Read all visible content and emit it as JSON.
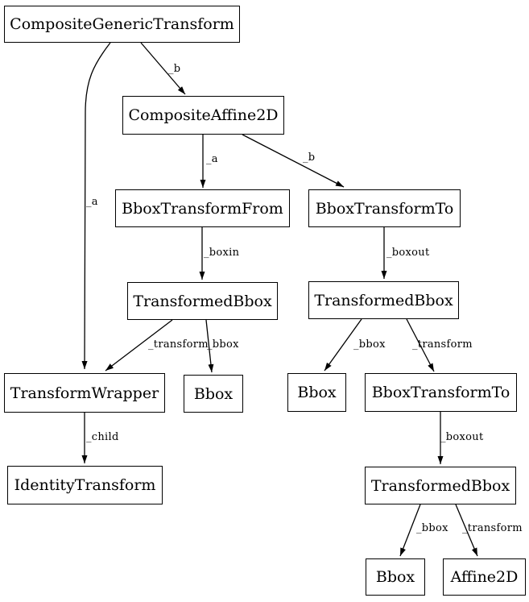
{
  "colors": {
    "background": "#ffffff",
    "node_border": "#000000",
    "node_fill": "#ffffff",
    "edge": "#000000",
    "text": "#000000"
  },
  "nodes": [
    {
      "id": "composite-generic-transform",
      "label": "CompositeGenericTransform"
    },
    {
      "id": "composite-affine2d",
      "label": "CompositeAffine2D"
    },
    {
      "id": "bbox-transform-from",
      "label": "BboxTransformFrom"
    },
    {
      "id": "bbox-transform-to-1",
      "label": "BboxTransformTo"
    },
    {
      "id": "transformed-bbox-left",
      "label": "TransformedBbox"
    },
    {
      "id": "transformed-bbox-right",
      "label": "TransformedBbox"
    },
    {
      "id": "transform-wrapper",
      "label": "TransformWrapper"
    },
    {
      "id": "bbox-middle",
      "label": "Bbox"
    },
    {
      "id": "bbox-right",
      "label": "Bbox"
    },
    {
      "id": "bbox-transform-to-2",
      "label": "BboxTransformTo"
    },
    {
      "id": "identity-transform",
      "label": "IdentityTransform"
    },
    {
      "id": "transformed-bbox-bottom",
      "label": "TransformedBbox"
    },
    {
      "id": "bbox-bottom",
      "label": "Bbox"
    },
    {
      "id": "affine2d",
      "label": "Affine2D"
    }
  ],
  "edges": [
    {
      "from": "composite-generic-transform",
      "to": "composite-affine2d",
      "label": "_b"
    },
    {
      "from": "composite-generic-transform",
      "to": "transform-wrapper",
      "label": "_a"
    },
    {
      "from": "composite-affine2d",
      "to": "bbox-transform-from",
      "label": "_a"
    },
    {
      "from": "composite-affine2d",
      "to": "bbox-transform-to-1",
      "label": "_b"
    },
    {
      "from": "bbox-transform-from",
      "to": "transformed-bbox-left",
      "label": "_boxin"
    },
    {
      "from": "bbox-transform-to-1",
      "to": "transformed-bbox-right",
      "label": "_boxout"
    },
    {
      "from": "transformed-bbox-left",
      "to": "transform-wrapper",
      "label": "_transform"
    },
    {
      "from": "transformed-bbox-left",
      "to": "bbox-middle",
      "label": "_bbox"
    },
    {
      "from": "transformed-bbox-right",
      "to": "bbox-right",
      "label": "_bbox"
    },
    {
      "from": "transformed-bbox-right",
      "to": "bbox-transform-to-2",
      "label": "_transform"
    },
    {
      "from": "transform-wrapper",
      "to": "identity-transform",
      "label": "_child"
    },
    {
      "from": "bbox-transform-to-2",
      "to": "transformed-bbox-bottom",
      "label": "_boxout"
    },
    {
      "from": "transformed-bbox-bottom",
      "to": "bbox-bottom",
      "label": "_bbox"
    },
    {
      "from": "transformed-bbox-bottom",
      "to": "affine2d",
      "label": "_transform"
    }
  ]
}
